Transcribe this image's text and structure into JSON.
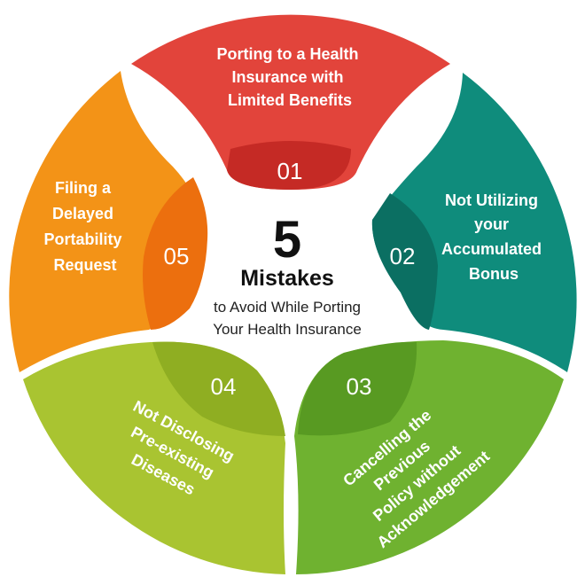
{
  "center": {
    "number": "5",
    "heading": "Mistakes",
    "subtitle_line1": "to Avoid While Porting",
    "subtitle_line2": "Your Health Insurance"
  },
  "segments": [
    {
      "number": "01",
      "label_lines": [
        "Porting to a Health",
        "Insurance with",
        "Limited Benefits"
      ],
      "color": "#e2443b",
      "inner_color": "#c52a25"
    },
    {
      "number": "02",
      "label_lines": [
        "Not Utilizing",
        "your",
        "Accumulated",
        "Bonus"
      ],
      "color": "#0f8c7c",
      "inner_color": "#0b6f62"
    },
    {
      "number": "03",
      "label_lines": [
        "Cancelling the",
        "Previous",
        "Policy without",
        "Acknowledgement"
      ],
      "color": "#6fb230",
      "inner_color": "#589a22"
    },
    {
      "number": "04",
      "label_lines": [
        "Not Disclosing",
        "Pre-existing",
        "Diseases"
      ],
      "color": "#a9c431",
      "inner_color": "#8fae22"
    },
    {
      "number": "05",
      "label_lines": [
        "Filing a",
        "Delayed",
        "Portability",
        "Request"
      ],
      "color": "#f39317",
      "inner_color": "#ec6f0e"
    }
  ]
}
